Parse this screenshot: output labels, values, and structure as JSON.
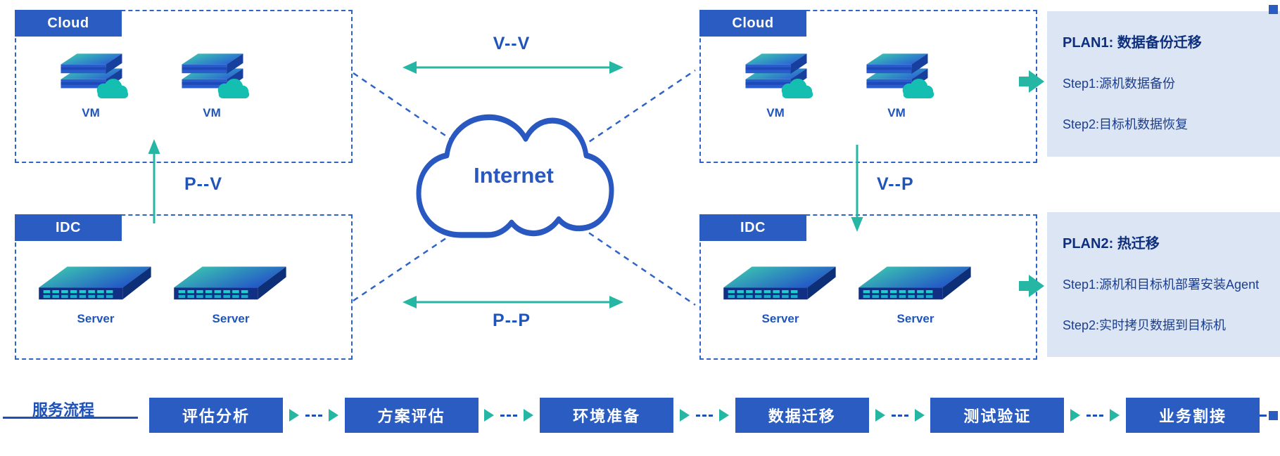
{
  "colors": {
    "primary_blue": "#2b5cc2",
    "dashed_border_blue": "#2e63c8",
    "label_blue": "#1f55ba",
    "teal_accent": "#25b7a3",
    "panel_background": "#dbe5f4",
    "panel_text": "#0d2f7e"
  },
  "nodes": {
    "cloud_left": {
      "tag": "Cloud",
      "devices": [
        "VM",
        "VM"
      ]
    },
    "idc_left": {
      "tag": "IDC",
      "devices": [
        "Server",
        "Server"
      ]
    },
    "cloud_right": {
      "tag": "Cloud",
      "devices": [
        "VM",
        "VM"
      ]
    },
    "idc_right": {
      "tag": "IDC",
      "devices": [
        "Server",
        "Server"
      ]
    }
  },
  "internet": {
    "label": "Internet"
  },
  "links": {
    "v_v": "V--V",
    "p_p": "P--P",
    "p_v": "P--V",
    "v_p": "V--P"
  },
  "plans": [
    {
      "title": "PLAN1: 数据备份迁移",
      "steps": [
        "Step1:源机数据备份",
        "Step2:目标机数据恢复"
      ]
    },
    {
      "title": "PLAN2: 热迁移",
      "steps": [
        "Step1:源机和目标机部署安装Agent",
        "Step2:实时拷贝数据到目标机"
      ]
    }
  ],
  "flow": {
    "label": "服务流程",
    "steps": [
      "评估分析",
      "方案评估",
      "环境准备",
      "数据迁移",
      "测试验证",
      "业务割接"
    ]
  }
}
